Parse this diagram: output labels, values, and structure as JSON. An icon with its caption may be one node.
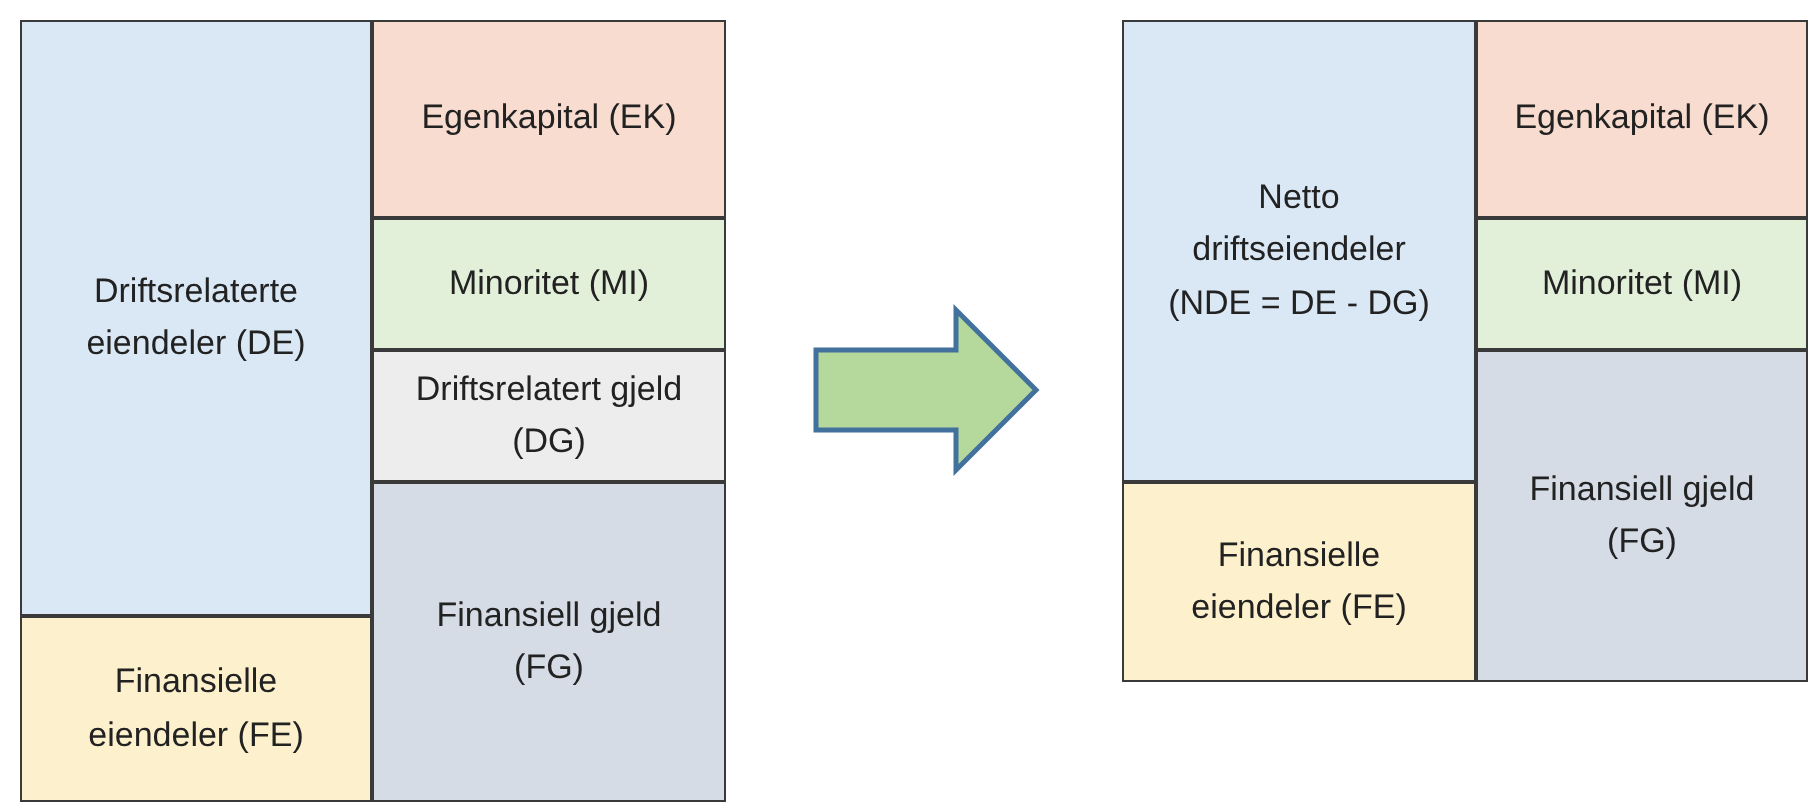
{
  "diagram": {
    "nodes": [
      {
        "text": [],
        "shape": "box"
      },
      {
        "text": [
          "Driftsrelaterte eiendeler (DE)"
        ],
        "in": 0
      },
      {
        "text": [
          "Egenkapital (EK)"
        ],
        "in": 0
      },
      {
        "text": [
          "Minoritet (MI)"
        ],
        "in": 0
      },
      {
        "text": [
          "Driftsrelatert gjeld (DG)"
        ],
        "in": 0
      },
      {
        "text": [
          "Finansiell gjeld (FG)"
        ],
        "in": 0
      },
      {
        "text": [
          "Finansielle eiendeler (FE)"
        ],
        "in": 0
      },
      {
        "text": [],
        "shape": "box"
      },
      {
        "text": [
          "Netto driftseiendeler (NDE = DE - DG)"
        ],
        "in": 7
      },
      {
        "text": [
          "Egenkapital (EK)"
        ],
        "in": 7
      },
      {
        "text": [
          "Minoritet (MI)"
        ],
        "in": 7
      },
      {
        "text": [
          "Finansiell gjeld (FG)"
        ],
        "in": 7
      },
      {
        "text": [
          "Finansielle eiendeler (FE)"
        ],
        "in": 7
      }
    ],
    "edges": [
      {
        "from": 0,
        "to": 7,
        "arrow": "to"
      }
    ]
  }
}
